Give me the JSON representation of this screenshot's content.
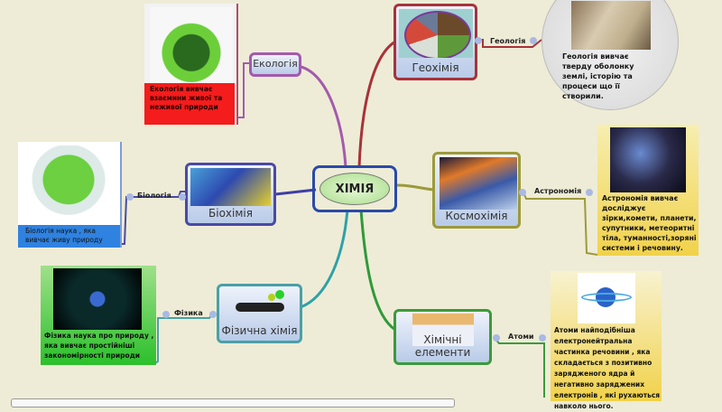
{
  "central": {
    "title": "ХІМІЯ"
  },
  "branches": [
    {
      "id": "ecology",
      "title": "Екологія",
      "note": "Екологія вивчає взаємини живої та неживої природи",
      "color": "#a45aae"
    },
    {
      "id": "geochem",
      "title": "Геохімія",
      "link_label": "Геологія",
      "note": "Геологія вивчає тверду оболонку землі, історію та процеси що її створили.",
      "color": "#a8323a"
    },
    {
      "id": "biochem",
      "title": "Біохімія",
      "link_label": "Біологія",
      "note": "Біологія наука , яка вивчає живу природу",
      "color": "#4a4aa5"
    },
    {
      "id": "cosmochem",
      "title": "Космохімія",
      "link_label": "Астрономія",
      "note": "Астрономія вивчає досліджує зірки,комети, планети, супутники, метеоритні тіла, туманності,зоряні системи і речовину.",
      "color": "#9c9a3a"
    },
    {
      "id": "physchem",
      "title": "Фізична хімія",
      "link_label": "Фізика",
      "note": "Фізика наука про природу , яка вивчає простійніші закономірності природи",
      "color": "#4aa0a8"
    },
    {
      "id": "elements",
      "title": "Хімічні елементи",
      "link_label": "Атоми",
      "note": "Атоми найподібніша електронейтральна частинка речовини , яка складається з позитивно зарядженого ядра й негативно заряджених електронів , які рухаються навколо нього.",
      "color": "#3c9a3c"
    }
  ]
}
